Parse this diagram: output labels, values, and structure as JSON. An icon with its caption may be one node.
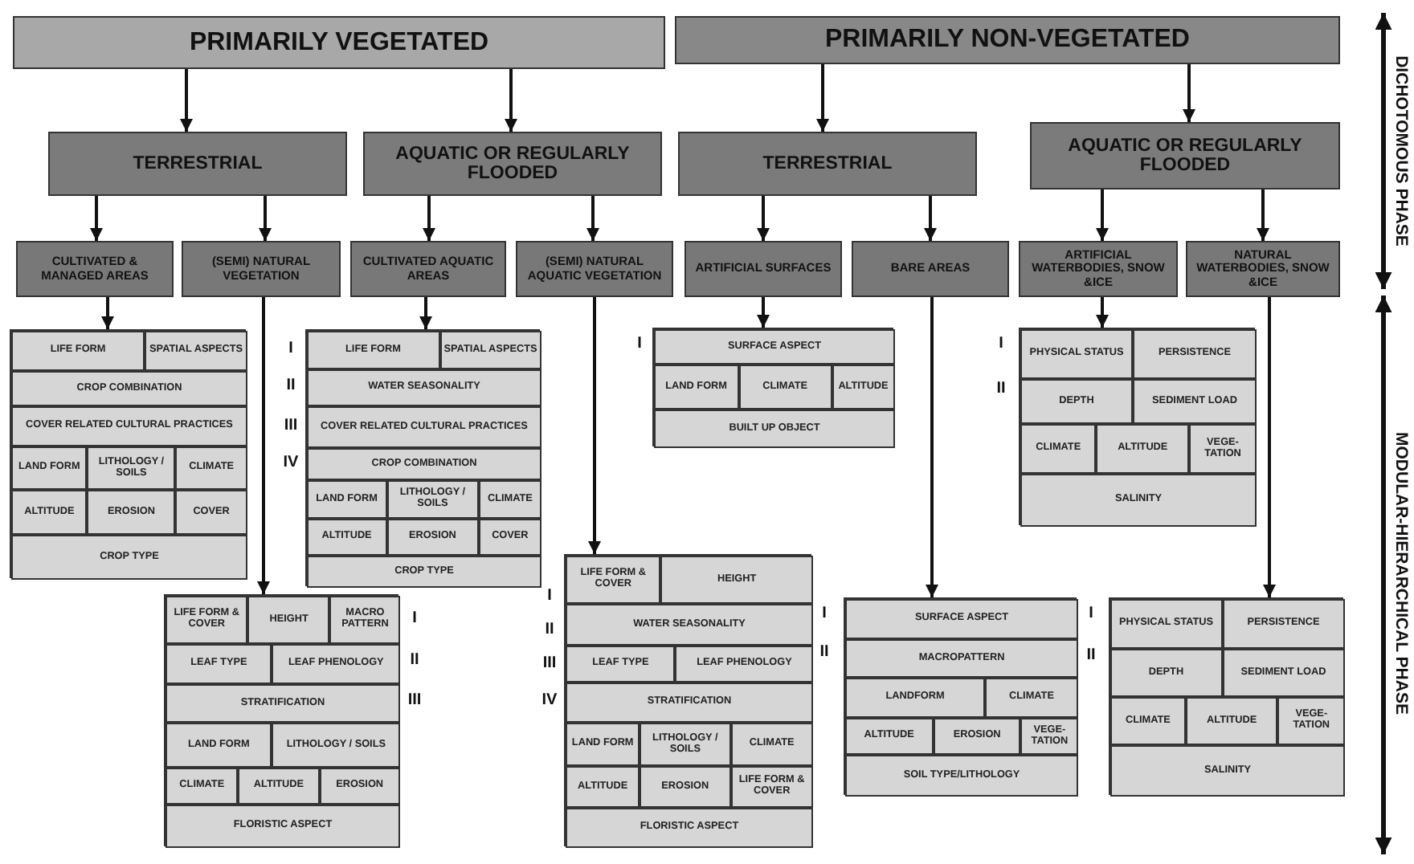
{
  "diagram": {
    "nodes": [
      {
        "text": [
          "PRIMARILY VEGETATED"
        ]
      },
      {
        "text": [
          "PRIMARILY NON-VEGETATED"
        ]
      },
      {
        "text": [
          "TERRESTRIAL"
        ]
      },
      {
        "text": [
          "AQUATIC OR REGULARLY FLOODED"
        ]
      },
      {
        "text": [
          "TERRESTRIAL"
        ]
      },
      {
        "text": [
          "AQUATIC OR REGULARLY FLOODED"
        ]
      },
      {
        "text": [
          "CULTIVATED & MANAGED AREAS"
        ]
      },
      {
        "text": [
          "(SEMI) NATURAL VEGETATION"
        ]
      },
      {
        "text": [
          "CULTIVATED AQUATIC AREAS"
        ]
      },
      {
        "text": [
          "(SEMI) NATURAL AQUATIC VEGETATION"
        ]
      },
      {
        "text": [
          "ARTIFICIAL SURFACES"
        ]
      },
      {
        "text": [
          "BARE AREAS"
        ]
      },
      {
        "text": [
          "ARTIFICIAL WATERBODIES, SNOW &ICE"
        ]
      },
      {
        "text": [
          "NATURAL WATERBODIES, SNOW &ICE"
        ]
      },
      {
        "text": [],
        "shape": "box"
      },
      {
        "text": [
          "LIFE FORM"
        ],
        "in": 14
      },
      {
        "text": [
          "SPATIAL ASPECTS"
        ],
        "in": 14
      },
      {
        "text": [
          "CROP COMBINATION"
        ],
        "in": 14
      },
      {
        "text": [
          "COVER RELATED CULTURAL PRACTICES"
        ],
        "in": 14
      },
      {
        "text": [
          "LAND FORM"
        ],
        "in": 14
      },
      {
        "text": [
          "LITHOLOGY / SOILS"
        ],
        "in": 14
      },
      {
        "text": [
          "CLIMATE"
        ],
        "in": 14
      },
      {
        "text": [
          "ALTITUDE"
        ],
        "in": 14
      },
      {
        "text": [
          "EROSION"
        ],
        "in": 14
      },
      {
        "text": [
          "COVER"
        ],
        "in": 14
      },
      {
        "text": [
          "CROP TYPE"
        ],
        "in": 14
      },
      {
        "text": [],
        "shape": "box"
      },
      {
        "text": [
          "LIFE FORM"
        ],
        "in": 26
      },
      {
        "text": [
          "SPATIAL ASPECTS"
        ],
        "in": 26
      },
      {
        "text": [
          "WATER SEASONALITY"
        ],
        "in": 26
      },
      {
        "text": [
          "COVER RELATED CULTURAL PRACTICES"
        ],
        "in": 26
      },
      {
        "text": [
          "CROP COMBINATION"
        ],
        "in": 26
      },
      {
        "text": [
          "LAND FORM"
        ],
        "in": 26
      },
      {
        "text": [
          "LITHOLOGY / SOILS"
        ],
        "in": 26
      },
      {
        "text": [
          "CLIMATE"
        ],
        "in": 26
      },
      {
        "text": [
          "ALTITUDE"
        ],
        "in": 26
      },
      {
        "text": [
          "EROSION"
        ],
        "in": 26
      },
      {
        "text": [
          "COVER"
        ],
        "in": 26
      },
      {
        "text": [
          "CROP TYPE"
        ],
        "in": 26
      },
      {
        "text": [],
        "shape": "box"
      },
      {
        "text": [
          "SURFACE ASPECT"
        ],
        "in": 39
      },
      {
        "text": [
          "LAND FORM"
        ],
        "in": 39
      },
      {
        "text": [
          "CLIMATE"
        ],
        "in": 39
      },
      {
        "text": [
          "ALTITUDE"
        ],
        "in": 39
      },
      {
        "text": [
          "BUILT UP OBJECT"
        ],
        "in": 39
      },
      {
        "text": [],
        "shape": "box"
      },
      {
        "text": [
          "PHYSICAL STATUS"
        ],
        "in": 45
      },
      {
        "text": [
          "PERSISTENCE"
        ],
        "in": 45
      },
      {
        "text": [
          "DEPTH"
        ],
        "in": 45
      },
      {
        "text": [
          "SEDIMENT LOAD"
        ],
        "in": 45
      },
      {
        "text": [
          "CLIMATE"
        ],
        "in": 45
      },
      {
        "text": [
          "ALTITUDE"
        ],
        "in": 45
      },
      {
        "text": [
          "VEGE- TATION"
        ],
        "in": 45
      },
      {
        "text": [
          "SALINITY"
        ],
        "in": 45
      },
      {
        "text": [],
        "shape": "box"
      },
      {
        "text": [
          "LIFE FORM & COVER"
        ],
        "in": 54
      },
      {
        "text": [
          "HEIGHT"
        ],
        "in": 54
      },
      {
        "text": [
          "WATER SEASONALITY"
        ],
        "in": 54
      },
      {
        "text": [
          "LEAF TYPE"
        ],
        "in": 54
      },
      {
        "text": [
          "LEAF PHENOLOGY"
        ],
        "in": 54
      },
      {
        "text": [
          "STRATIFICATION"
        ],
        "in": 54
      },
      {
        "text": [
          "LAND FORM"
        ],
        "in": 54
      },
      {
        "text": [
          "LITHOLOGY / SOILS"
        ],
        "in": 54
      },
      {
        "text": [
          "CLIMATE"
        ],
        "in": 54
      },
      {
        "text": [
          "ALTITUDE"
        ],
        "in": 54
      },
      {
        "text": [
          "EROSION"
        ],
        "in": 54
      },
      {
        "text": [
          "LIFE FORM & COVER"
        ],
        "in": 54
      },
      {
        "text": [
          "FLORISTIC ASPECT"
        ],
        "in": 54
      },
      {
        "text": [],
        "shape": "box"
      },
      {
        "text": [
          "LIFE FORM & COVER"
        ],
        "in": 68
      },
      {
        "text": [
          "HEIGHT"
        ],
        "in": 68
      },
      {
        "text": [
          "MACRO PATTERN"
        ],
        "in": 68
      },
      {
        "text": [
          "LEAF TYPE"
        ],
        "in": 68
      },
      {
        "text": [
          "LEAF PHENOLOGY"
        ],
        "in": 68
      },
      {
        "text": [
          "STRATIFICATION"
        ],
        "in": 68
      },
      {
        "text": [
          "LAND FORM"
        ],
        "in": 68
      },
      {
        "text": [
          "LITHOLOGY / SOILS"
        ],
        "in": 68
      },
      {
        "text": [
          "CLIMATE"
        ],
        "in": 68
      },
      {
        "text": [
          "ALTITUDE"
        ],
        "in": 68
      },
      {
        "text": [
          "EROSION"
        ],
        "in": 68
      },
      {
        "text": [
          "FLORISTIC ASPECT"
        ],
        "in": 68
      },
      {
        "text": [],
        "shape": "box"
      },
      {
        "text": [
          "SURFACE ASPECT"
        ],
        "in": 81
      },
      {
        "text": [
          "MACROPATTERN"
        ],
        "in": 81
      },
      {
        "text": [
          "LANDFORM"
        ],
        "in": 81
      },
      {
        "text": [
          "CLIMATE"
        ],
        "in": 81
      },
      {
        "text": [
          "ALTITUDE"
        ],
        "in": 81
      },
      {
        "text": [
          "EROSION"
        ],
        "in": 81
      },
      {
        "text": [
          "VEGE- TATION"
        ],
        "in": 81
      },
      {
        "text": [
          "SOIL TYPE/LITHOLOGY"
        ],
        "in": 81
      },
      {
        "text": [],
        "shape": "box"
      },
      {
        "text": [
          "PHYSICAL STATUS"
        ],
        "in": 90
      },
      {
        "text": [
          "PERSISTENCE"
        ],
        "in": 90
      },
      {
        "text": [
          "DEPTH"
        ],
        "in": 90
      },
      {
        "text": [
          "SEDIMENT LOAD"
        ],
        "in": 90
      },
      {
        "text": [
          "CLIMATE"
        ],
        "in": 90
      },
      {
        "text": [
          "ALTITUDE"
        ],
        "in": 90
      },
      {
        "text": [
          "VEGE- TATION"
        ],
        "in": 90
      },
      {
        "text": [
          "SALINITY"
        ],
        "in": 90
      }
    ],
    "edges": [
      {
        "from": 0,
        "to": 2,
        "arrow": "to"
      },
      {
        "from": 0,
        "to": 3,
        "arrow": "to"
      },
      {
        "from": 1,
        "to": 4,
        "arrow": "to"
      },
      {
        "from": 1,
        "to": 5,
        "arrow": "to"
      },
      {
        "from": 2,
        "to": 6,
        "arrow": "to"
      },
      {
        "from": 2,
        "to": 7,
        "arrow": "to"
      },
      {
        "from": 3,
        "to": 8,
        "arrow": "to"
      },
      {
        "from": 3,
        "to": 9,
        "arrow": "to"
      },
      {
        "from": 4,
        "to": 10,
        "arrow": "to"
      },
      {
        "from": 4,
        "to": 11,
        "arrow": "to"
      },
      {
        "from": 5,
        "to": 12,
        "arrow": "to"
      },
      {
        "from": 5,
        "to": 13,
        "arrow": "to"
      },
      {
        "from": 6,
        "to": 14,
        "arrow": "to"
      },
      {
        "from": 7,
        "to": 68,
        "arrow": "to"
      },
      {
        "from": 8,
        "to": 26,
        "arrow": "to"
      },
      {
        "from": 9,
        "to": 54,
        "arrow": "to"
      },
      {
        "from": 10,
        "to": 39,
        "arrow": "to"
      },
      {
        "from": 11,
        "to": 81,
        "arrow": "to"
      },
      {
        "from": 12,
        "to": 45,
        "arrow": "to"
      },
      {
        "from": 13,
        "to": 90,
        "arrow": "to"
      }
    ],
    "labels": [
      "DICHOTOMOUS PHASE",
      "MODULAR-HIERARCHICAL PHASE",
      "I",
      "II",
      "III",
      "IV",
      "I",
      "I",
      "II",
      "I",
      "II",
      "III",
      "I",
      "II",
      "III",
      "IV",
      "I",
      "II",
      "I",
      "II"
    ]
  }
}
